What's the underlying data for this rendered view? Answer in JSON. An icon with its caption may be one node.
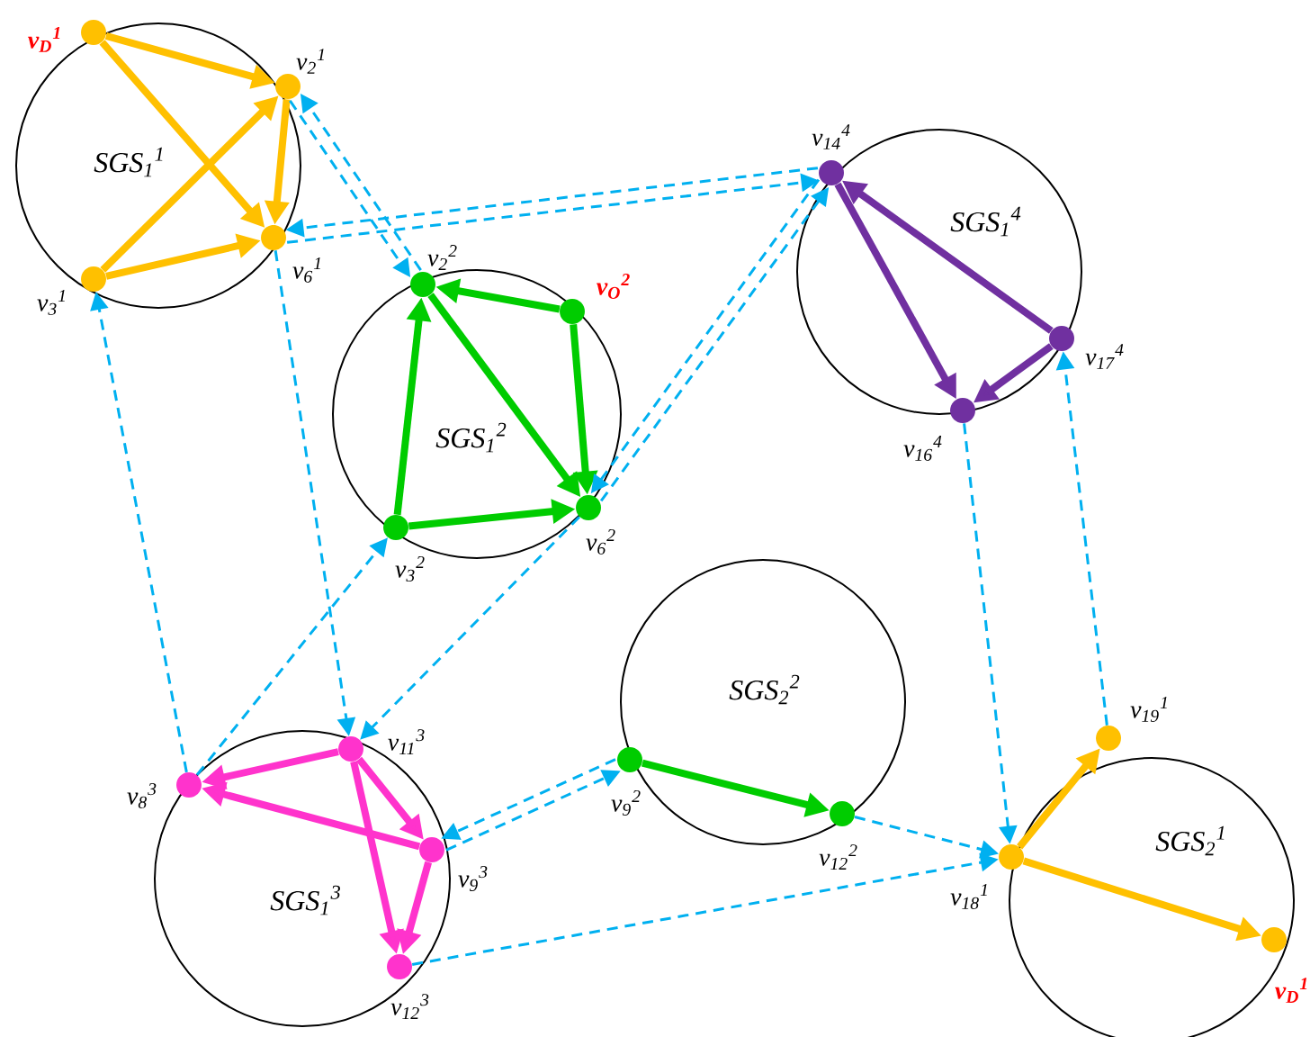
{
  "diagram": {
    "nodes": [
      {
        "text": [
          "SGS$_{1}$$^{1}$"
        ]
      },
      {
        "text": [
          "SGS$_{1}$$^{2}$"
        ]
      },
      {
        "text": [
          "SGS$_{1}$$^{4}$"
        ]
      },
      {
        "text": [
          "SGS$_{1}$$^{3}$"
        ]
      },
      {
        "text": [
          "SGS$_{2}$$^{2}$"
        ]
      },
      {
        "text": [
          "SGS$_{2}$$^{1}$"
        ]
      },
      {
        "text": [],
        "shape": "circle",
        "in": 0,
        "beside": [
          "v$_{D}$$^{1}$"
        ]
      },
      {
        "text": [],
        "shape": "circle",
        "in": 0,
        "beside": [
          "v$_{2}$$^{1}$"
        ]
      },
      {
        "text": [],
        "shape": "circle",
        "in": 0,
        "beside": [
          "v$_{6}$$^{1}$"
        ]
      },
      {
        "text": [],
        "shape": "circle",
        "in": 0,
        "beside": [
          "v$_{3}$$^{1}$"
        ]
      },
      {
        "text": [],
        "shape": "circle",
        "in": 1,
        "beside": [
          "v$_{2}$$^{2}$"
        ]
      },
      {
        "text": [],
        "shape": "circle",
        "in": 1,
        "beside": [
          "v$_{O}$$^{2}$"
        ]
      },
      {
        "text": [],
        "shape": "circle",
        "in": 1,
        "beside": [
          "v$_{3}$$^{2}$"
        ]
      },
      {
        "text": [],
        "shape": "circle",
        "in": 1,
        "beside": [
          "v$_{6}$$^{2}$"
        ]
      },
      {
        "text": [],
        "shape": "circle",
        "in": 2,
        "beside": [
          "v$_{14}$$^{4}$"
        ]
      },
      {
        "text": [],
        "shape": "circle",
        "in": 2,
        "beside": [
          "v$_{17}$$^{4}$"
        ]
      },
      {
        "text": [],
        "shape": "circle",
        "in": 2,
        "beside": [
          "v$_{16}$$^{4}$"
        ]
      },
      {
        "text": [],
        "shape": "circle",
        "in": 3,
        "beside": [
          "v$_{8}$$^{3}$"
        ]
      },
      {
        "text": [],
        "shape": "circle",
        "in": 3,
        "beside": [
          "v$_{11}$$^{3}$"
        ]
      },
      {
        "text": [],
        "shape": "circle",
        "in": 3,
        "beside": [
          "v$_{9}$$^{3}$"
        ]
      },
      {
        "text": [],
        "shape": "circle",
        "in": 3,
        "beside": [
          "v$_{12}$$^{3}$"
        ]
      },
      {
        "text": [],
        "shape": "circle",
        "in": 4,
        "beside": [
          "v$_{9}$$^{2}$"
        ]
      },
      {
        "text": [],
        "shape": "circle",
        "in": 4,
        "beside": [
          "v$_{12}$$^{2}$"
        ]
      },
      {
        "text": [],
        "shape": "circle",
        "in": 5,
        "beside": [
          "v$_{18}$$^{1}$"
        ]
      },
      {
        "text": [],
        "shape": "circle",
        "beside": [
          "v$_{19}$$^{1}$"
        ]
      },
      {
        "text": [],
        "shape": "circle",
        "in": 5,
        "beside": [
          "v$_{D}$$^{1}$"
        ]
      }
    ],
    "edges": [
      {
        "from": 6,
        "to": 7,
        "arrow": "to",
        "color": "#ffc000"
      },
      {
        "from": 6,
        "to": 8,
        "arrow": "to",
        "color": "#ffc000"
      },
      {
        "from": 9,
        "to": 7,
        "arrow": "to",
        "color": "#ffc000"
      },
      {
        "from": 7,
        "to": 8,
        "arrow": "to",
        "color": "#ffc000"
      },
      {
        "from": 9,
        "to": 8,
        "arrow": "to",
        "color": "#ffc000"
      },
      {
        "from": 11,
        "to": 10,
        "arrow": "to",
        "color": "#00cc00"
      },
      {
        "from": 10,
        "to": 13,
        "arrow": "to",
        "color": "#00cc00"
      },
      {
        "from": 11,
        "to": 13,
        "arrow": "to",
        "color": "#00cc00"
      },
      {
        "from": 12,
        "to": 10,
        "arrow": "to",
        "color": "#00cc00"
      },
      {
        "from": 12,
        "to": 13,
        "arrow": "to",
        "color": "#00cc00"
      },
      {
        "from": 15,
        "to": 14,
        "arrow": "to",
        "color": "#7030a0"
      },
      {
        "from": 14,
        "to": 16,
        "arrow": "to",
        "color": "#7030a0"
      },
      {
        "from": 15,
        "to": 16,
        "arrow": "to",
        "color": "#7030a0"
      },
      {
        "from": 18,
        "to": 17,
        "arrow": "to",
        "color": "#ff33cc"
      },
      {
        "from": 19,
        "to": 17,
        "arrow": "to",
        "color": "#ff33cc"
      },
      {
        "from": 18,
        "to": 19,
        "arrow": "to",
        "color": "#ff33cc"
      },
      {
        "from": 18,
        "to": 20,
        "arrow": "to",
        "color": "#ff33cc"
      },
      {
        "from": 19,
        "to": 20,
        "arrow": "to",
        "color": "#ff33cc"
      },
      {
        "from": 21,
        "to": 22,
        "arrow": "to",
        "color": "#00cc00"
      },
      {
        "from": 23,
        "to": 24,
        "arrow": "to",
        "color": "#ffc000"
      },
      {
        "from": 23,
        "to": 25,
        "arrow": "to",
        "color": "#ffc000"
      },
      {
        "from": 10,
        "to": 7,
        "arrow": "to",
        "style": "dashed"
      },
      {
        "from": 7,
        "to": 10,
        "arrow": "to",
        "style": "dashed"
      },
      {
        "from": 14,
        "to": 8,
        "arrow": "to",
        "style": "dashed"
      },
      {
        "from": 8,
        "to": 14,
        "arrow": "to",
        "style": "dashed"
      },
      {
        "from": 8,
        "to": 18,
        "arrow": "to",
        "style": "dashed"
      },
      {
        "from": 17,
        "to": 9,
        "arrow": "to",
        "style": "dashed"
      },
      {
        "from": 17,
        "to": 12,
        "arrow": "to",
        "style": "dashed"
      },
      {
        "from": 13,
        "to": 18,
        "arrow": "to",
        "style": "dashed"
      },
      {
        "from": 13,
        "to": 14,
        "arrow": "to",
        "style": "dashed"
      },
      {
        "from": 14,
        "to": 13,
        "arrow": "to",
        "style": "dashed"
      },
      {
        "from": 19,
        "to": 21,
        "arrow": "to",
        "style": "dashed"
      },
      {
        "from": 21,
        "to": 19,
        "arrow": "to",
        "style": "dashed"
      },
      {
        "from": 22,
        "to": 23,
        "arrow": "to",
        "style": "dashed"
      },
      {
        "from": 20,
        "to": 23,
        "arrow": "to",
        "style": "dashed"
      },
      {
        "from": 16,
        "to": 23,
        "arrow": "to",
        "style": "dashed"
      },
      {
        "from": 24,
        "to": 15,
        "arrow": "to",
        "style": "dashed"
      }
    ]
  }
}
